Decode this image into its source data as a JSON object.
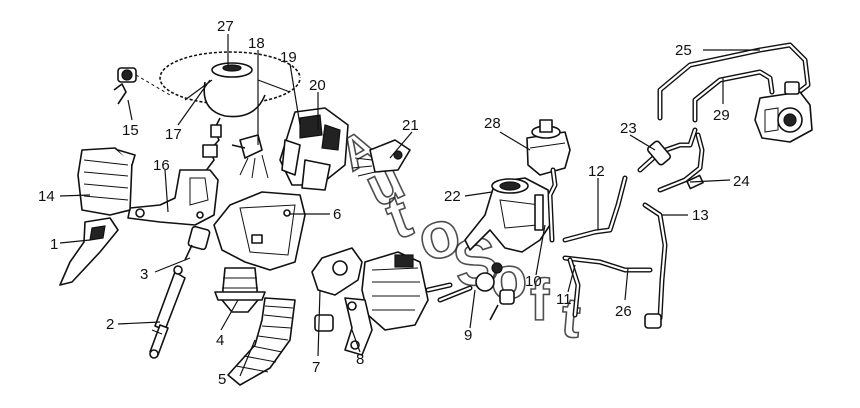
{
  "watermark": {
    "letters": [
      "A",
      "u",
      "t",
      "o",
      "S",
      "o",
      "f",
      "t"
    ]
  },
  "callouts": [
    {
      "id": "c1",
      "text": "1"
    },
    {
      "id": "c2",
      "text": "2"
    },
    {
      "id": "c3",
      "text": "3"
    },
    {
      "id": "c4",
      "text": "4"
    },
    {
      "id": "c5",
      "text": "5"
    },
    {
      "id": "c6",
      "text": "6"
    },
    {
      "id": "c7",
      "text": "7"
    },
    {
      "id": "c8",
      "text": "8"
    },
    {
      "id": "c9",
      "text": "9"
    },
    {
      "id": "c10",
      "text": "10"
    },
    {
      "id": "c11",
      "text": "11"
    },
    {
      "id": "c12",
      "text": "12"
    },
    {
      "id": "c13",
      "text": "13"
    },
    {
      "id": "c14",
      "text": "14"
    },
    {
      "id": "c15",
      "text": "15"
    },
    {
      "id": "c16",
      "text": "16"
    },
    {
      "id": "c17",
      "text": "17"
    },
    {
      "id": "c18",
      "text": "18"
    },
    {
      "id": "c19",
      "text": "19"
    },
    {
      "id": "c20",
      "text": "20"
    },
    {
      "id": "c21",
      "text": "21"
    },
    {
      "id": "c22",
      "text": "22"
    },
    {
      "id": "c23",
      "text": "23"
    },
    {
      "id": "c24",
      "text": "24"
    },
    {
      "id": "c25",
      "text": "25"
    },
    {
      "id": "c26",
      "text": "26"
    },
    {
      "id": "c27",
      "text": "27"
    },
    {
      "id": "c28",
      "text": "28"
    },
    {
      "id": "c29",
      "text": "29"
    }
  ]
}
